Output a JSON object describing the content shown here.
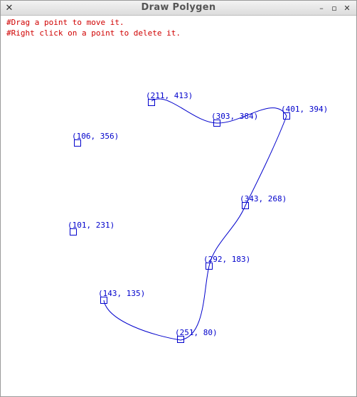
{
  "window": {
    "title": "Draw Polygen"
  },
  "instructions": [
    "#Drag a point to move it.",
    "#Right click on a point to delete it."
  ],
  "colors": {
    "instruction_text": "#d00000",
    "point_color": "#0000cc",
    "background": "#ffffff"
  },
  "points": [
    {
      "label": "(211, 413)"
    },
    {
      "label": "(303, 384)"
    },
    {
      "label": "(401, 394)"
    },
    {
      "label": "(106, 356)"
    },
    {
      "label": "(343, 268)"
    },
    {
      "label": "(101, 231)"
    },
    {
      "label": "(292, 183)"
    },
    {
      "label": "(143, 135)"
    },
    {
      "label": "(251, 80)"
    }
  ]
}
